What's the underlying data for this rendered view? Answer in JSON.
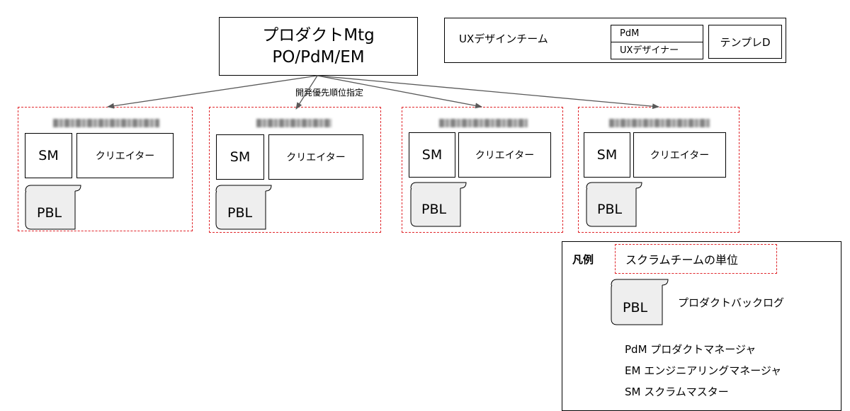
{
  "product_meeting": {
    "line1": "プロダクトMtg",
    "line2": "PO/PdM/EM"
  },
  "ux_team": {
    "name": "UXデザインチーム",
    "role_top": "PdM",
    "role_bottom": "UXデザイナー",
    "template": "テンプレD"
  },
  "edge_label": "開発優先順位指定",
  "teams": [
    {
      "sm": "SM",
      "creator": "クリエイター",
      "pbl": "PBL"
    },
    {
      "sm": "SM",
      "creator": "クリエイター",
      "pbl": "PBL"
    },
    {
      "sm": "SM",
      "creator": "クリエイター",
      "pbl": "PBL"
    },
    {
      "sm": "SM",
      "creator": "クリエイター",
      "pbl": "PBL"
    }
  ],
  "legend": {
    "title": "凡例",
    "scrum_unit": "スクラムチームの単位",
    "pbl": "PBL",
    "pbl_desc": "プロダクトバックログ",
    "items": [
      "PdM プロダクトマネージャ",
      "EM エンジニアリングマネージャ",
      "SM スクラムマスター"
    ]
  },
  "colors": {
    "dash": "#e0262b",
    "arrow": "#595959",
    "pbl_fill": "#eeeeee"
  }
}
